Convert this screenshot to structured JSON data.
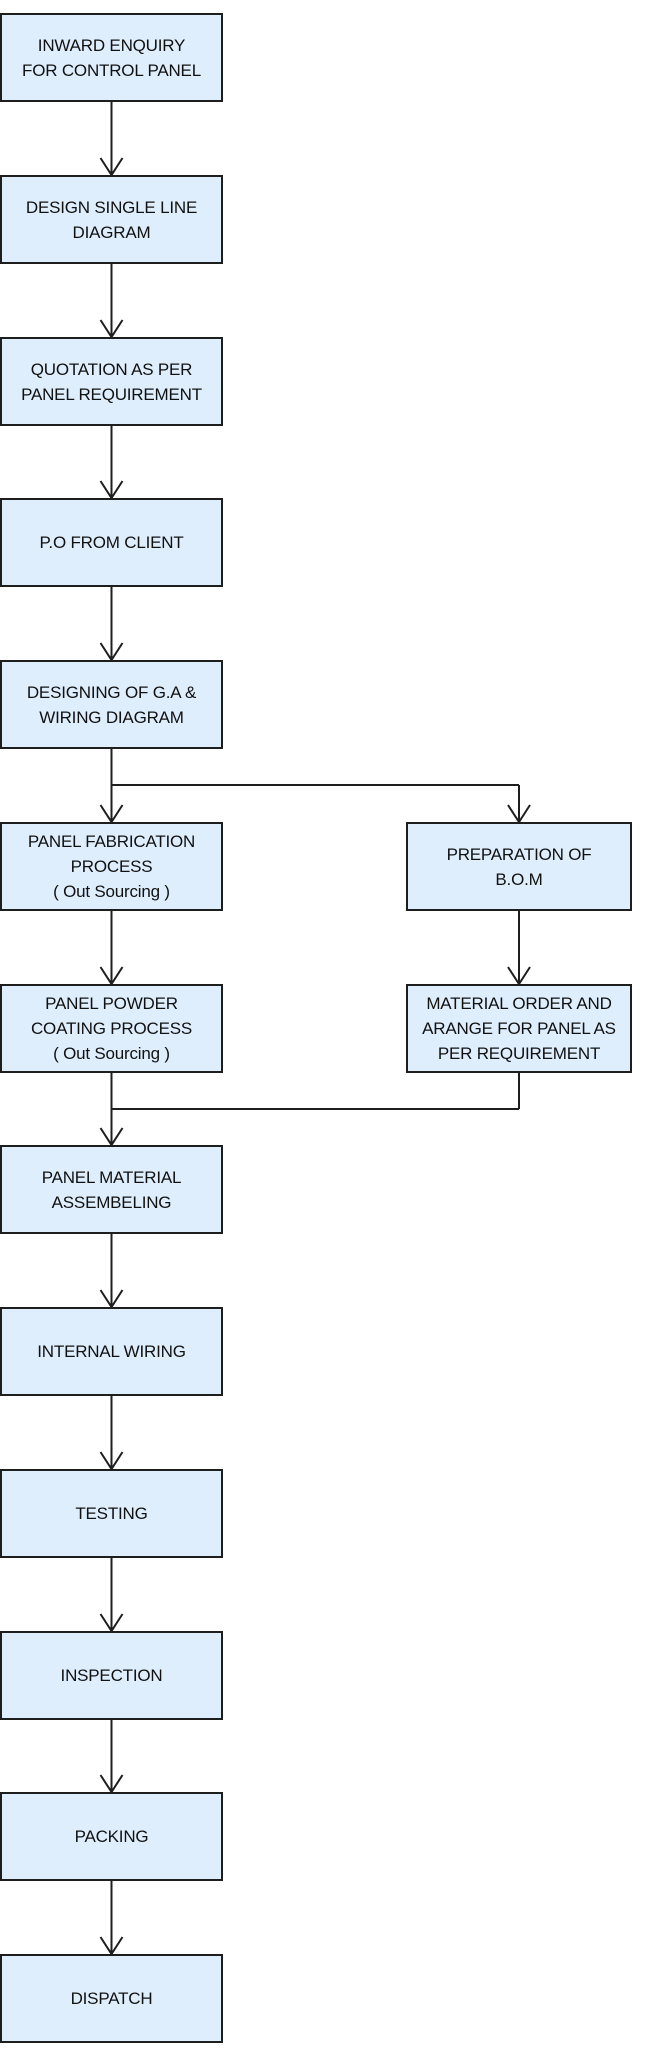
{
  "colors": {
    "box_fill": "#dfeefd",
    "box_border": "#1e1e1e",
    "connector": "#1e1e1e"
  },
  "steps": {
    "inward_enquiry": [
      "INWARD ENQUIRY",
      "FOR CONTROL PANEL"
    ],
    "design_sld": [
      "DESIGN SINGLE LINE",
      "DIAGRAM"
    ],
    "quotation": [
      "QUOTATION AS PER",
      "PANEL REQUIREMENT"
    ],
    "po_from_client": [
      "P.O FROM CLIENT"
    ],
    "ga_wiring": [
      "DESIGNING OF G.A &",
      "WIRING DIAGRAM"
    ],
    "panel_fabrication": [
      "PANEL FABRICATION",
      "PROCESS",
      "( Out Sourcing )"
    ],
    "bom": [
      "PREPARATION OF",
      "B.O.M"
    ],
    "powder_coating": [
      "PANEL POWDER",
      "COATING PROCESS",
      "( Out Sourcing )"
    ],
    "material_order": [
      "MATERIAL ORDER AND",
      "ARANGE FOR PANEL AS",
      "PER REQUIREMENT"
    ],
    "assembling": [
      "PANEL MATERIAL",
      "ASSEMBELING"
    ],
    "internal_wiring": [
      "INTERNAL WIRING"
    ],
    "testing": [
      "TESTING"
    ],
    "inspection": [
      "INSPECTION"
    ],
    "packing": [
      "PACKING"
    ],
    "dispatch": [
      "DISPATCH"
    ]
  }
}
